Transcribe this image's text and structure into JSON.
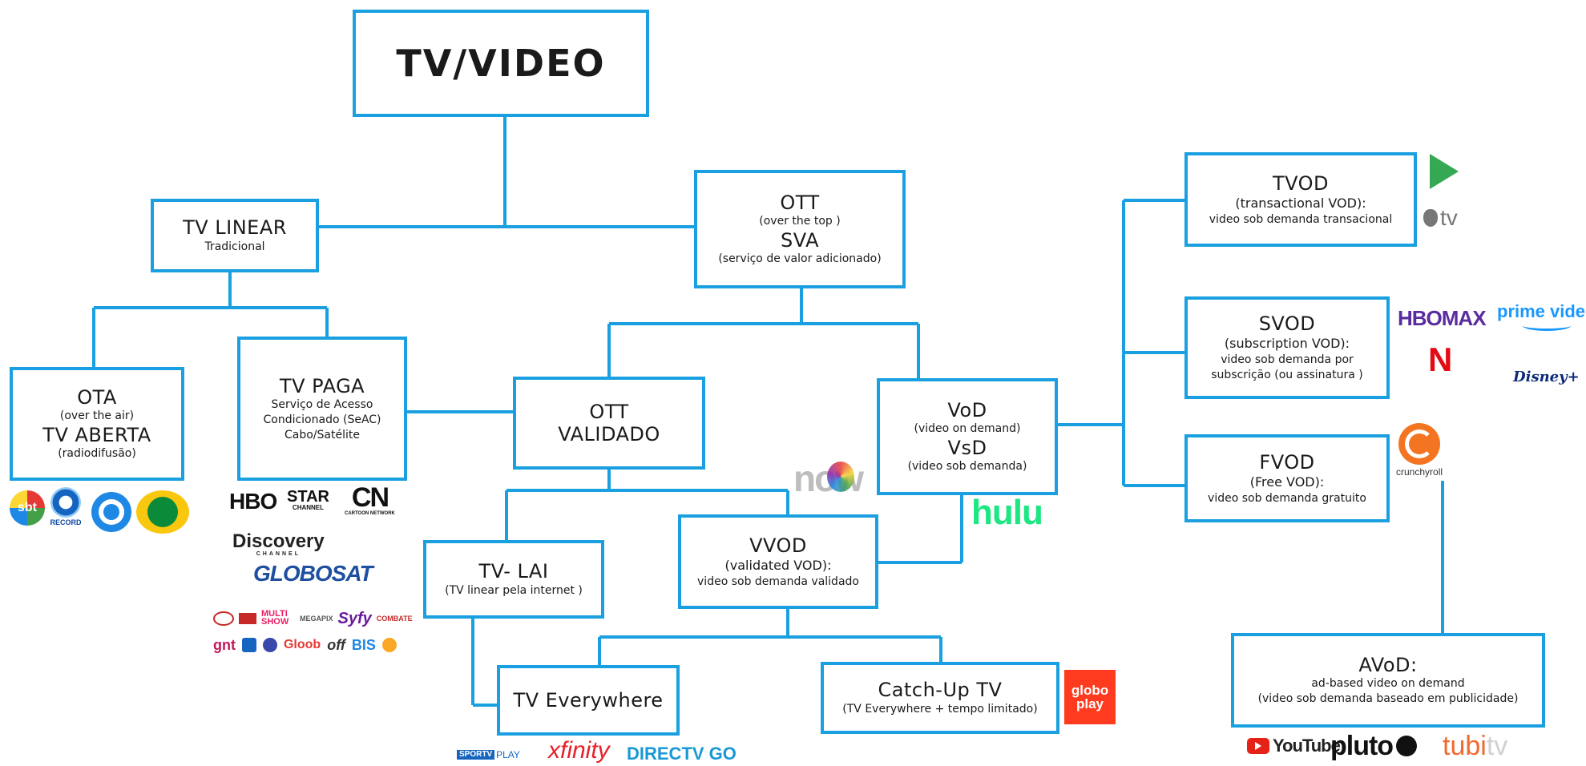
{
  "nodes": {
    "root": {
      "title": "TV/VIDEO"
    },
    "tv_linear": {
      "title": "TV LINEAR",
      "sub": "Tradicional"
    },
    "ott": {
      "title": "OTT",
      "sub1": "(over the top )",
      "title2": "SVA",
      "sub2": "(serviço de valor adicionado)"
    },
    "ota": {
      "title": "OTA",
      "sub1": "(over the air)",
      "title2": "TV ABERTA",
      "sub2": "(radiodifusão)"
    },
    "tv_paga": {
      "title": "TV PAGA",
      "sub1": "Serviço de Acesso",
      "sub2": "Condicionado (SeAC)",
      "sub3": "Cabo/Satélite"
    },
    "ott_validado": {
      "title": "OTT",
      "title2": "VALIDADO"
    },
    "vod": {
      "title": "VoD",
      "sub1": "(video on demand)",
      "title2": "VsD",
      "sub2": "(video sob demanda)"
    },
    "tvod": {
      "title": "TVOD",
      "sub1": "(transactional VOD):",
      "sub2": "video sob demanda transacional"
    },
    "svod": {
      "title": "SVOD",
      "sub1": "(subscription VOD):",
      "sub2": "video sob demanda por",
      "sub3": "subscrição (ou assinatura )"
    },
    "fvod": {
      "title": "FVOD",
      "sub1": "(Free VOD):",
      "sub2": "video sob demanda gratuito"
    },
    "tv_lai": {
      "title": "TV- LAI",
      "sub": "(TV linear pela internet )"
    },
    "vvod": {
      "title": "VVOD",
      "sub1": "(validated VOD):",
      "sub2": "video sob demanda validado"
    },
    "tv_everywhere": {
      "title": "TV Everywhere"
    },
    "catch_up": {
      "title": "Catch-Up TV",
      "sub": "(TV Everywhere + tempo limitado)"
    },
    "avod": {
      "title": "AVoD:",
      "sub1": "ad-based video on demand",
      "sub2": "(video sob demanda baseado em publicidade)"
    }
  },
  "logos": {
    "sbt": "sbt",
    "record": "RECORD",
    "hbo": "HBO",
    "star": "STAR",
    "star_sub": "CHANNEL",
    "cn": "CN",
    "cn_sub": "CARTOON NETWORK",
    "discovery": "Discovery",
    "discovery_sub": "CHANNEL",
    "globosat": "GLOBOSAT",
    "multishow": "MULTI SHOW",
    "megapix": "MEGAPIX",
    "syfy": "Syfy",
    "combate": "COMBATE",
    "gnt": "gnt",
    "gloob": "Gloob",
    "off": "off",
    "bis": "BIS",
    "now": "now",
    "hulu": "hulu",
    "tv": "tv",
    "hbomax": "HBOMAX",
    "primevideo": "prime video",
    "netflix": "N",
    "disney": "Disney+",
    "crunchyroll": "crunchyroll",
    "sportv": "SPORTV",
    "play": "PLAY",
    "xfinity": "xfinity",
    "directv": "DIRECTV GO",
    "globoplay1": "globo",
    "globoplay2": "play",
    "youtube": "YouTube",
    "pluto": "pluto",
    "tubi": "tubi",
    "tubi_tv": "tv"
  },
  "colors": {
    "box_border": "#1aa0e0",
    "line": "#1aa0e0"
  }
}
